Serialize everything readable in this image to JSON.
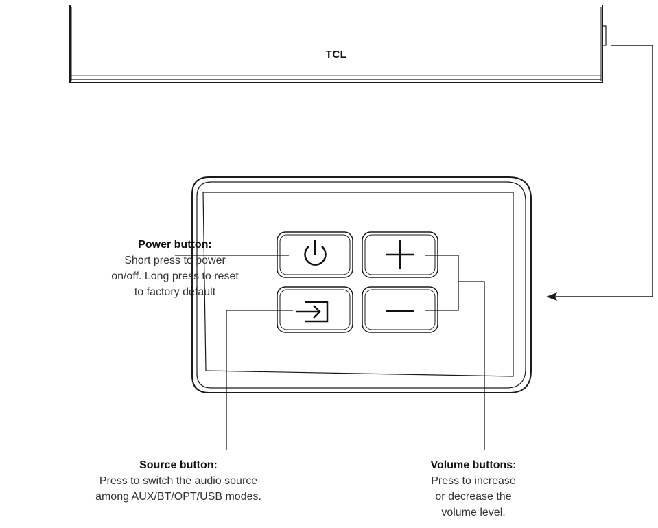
{
  "brand": "TCL",
  "power": {
    "title": "Power button:",
    "lines": [
      "Short press to power",
      "on/off. Long press to reset",
      "to factory default"
    ]
  },
  "source": {
    "title": "Source button:",
    "lines": [
      "Press to switch the audio source",
      "among AUX/BT/OPT/USB modes."
    ]
  },
  "volume": {
    "title": "Volume buttons:",
    "lines": [
      "Press to increase",
      "or decrease the",
      "volume level."
    ]
  },
  "icons": [
    "power-icon",
    "plus-icon",
    "source-icon",
    "minus-icon"
  ]
}
